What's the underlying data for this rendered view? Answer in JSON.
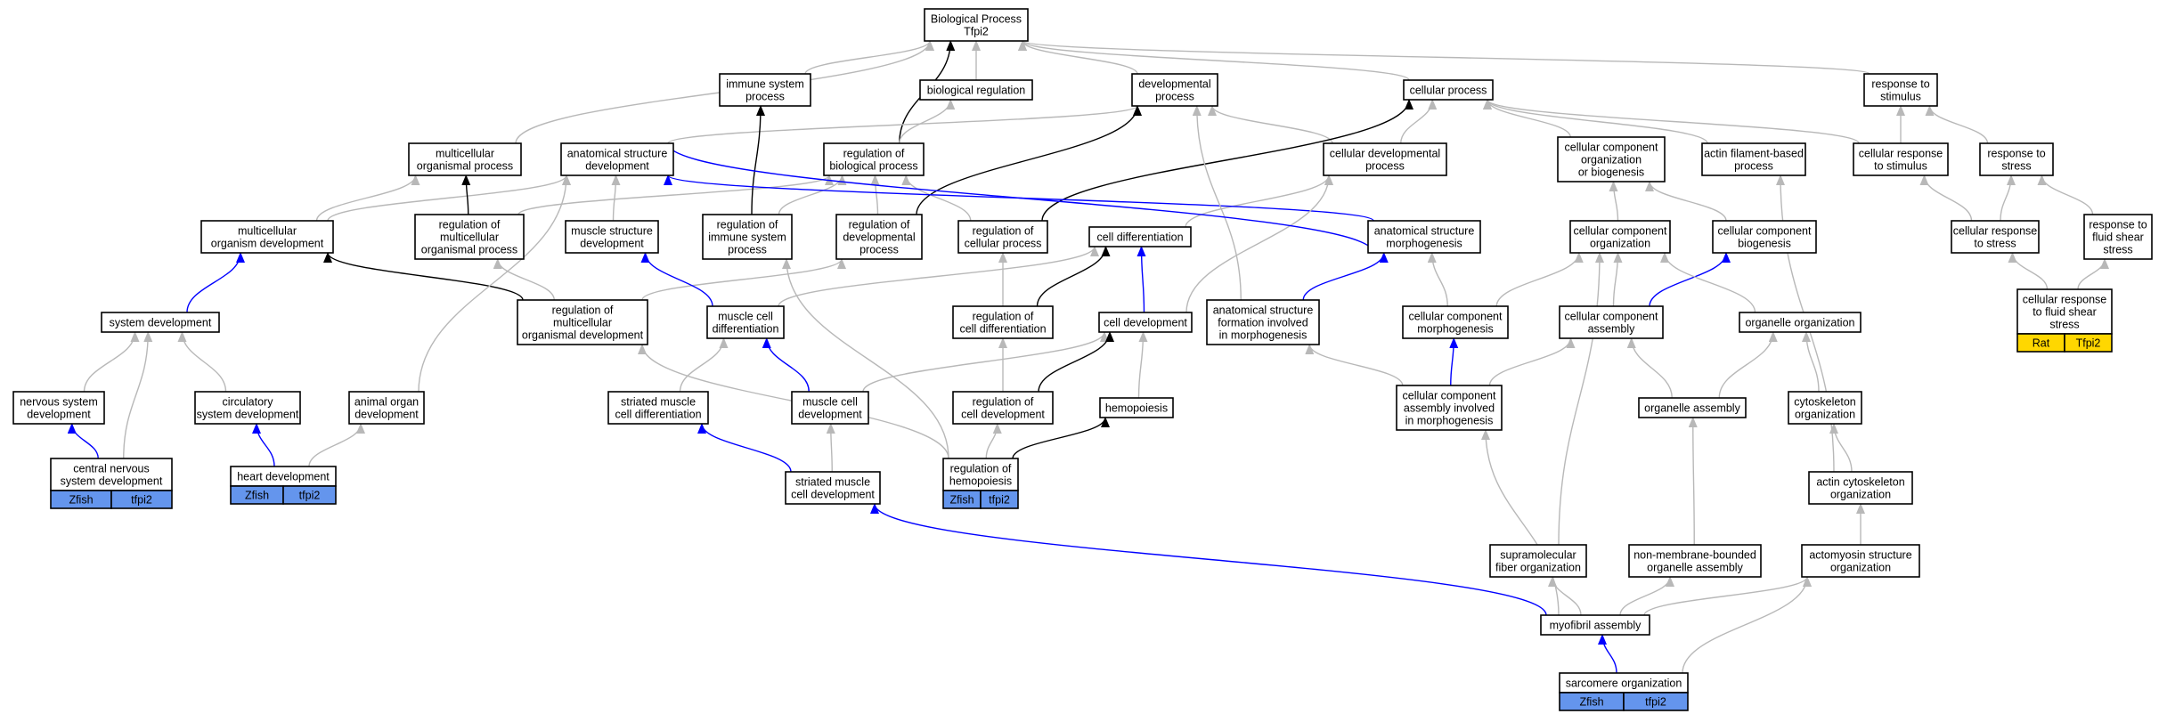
{
  "graph": {
    "title": "Biological Process Tfpi2",
    "colors": {
      "gray_edge": "#b8b8b8",
      "black_edge": "#000000",
      "blue_edge": "#0000ff",
      "zfish_tag": "#6495ed",
      "rat_tag": "#ffd700"
    },
    "nodes": [
      {
        "id": "bp",
        "lines": [
          "Biological Process",
          "Tfpi2"
        ]
      },
      {
        "id": "immune",
        "lines": [
          "immune system",
          "process"
        ]
      },
      {
        "id": "bioreg",
        "lines": [
          "biological regulation"
        ]
      },
      {
        "id": "devproc",
        "lines": [
          "developmental",
          "process"
        ]
      },
      {
        "id": "cellproc",
        "lines": [
          "cellular process"
        ]
      },
      {
        "id": "respstim",
        "lines": [
          "response to",
          "stimulus"
        ]
      },
      {
        "id": "multiproc",
        "lines": [
          "multicellular",
          "organismal process"
        ]
      },
      {
        "id": "anatdev",
        "lines": [
          "anatomical structure",
          "development"
        ]
      },
      {
        "id": "regbio",
        "lines": [
          "regulation of",
          "biological process"
        ]
      },
      {
        "id": "celldevproc",
        "lines": [
          "cellular developmental",
          "process"
        ]
      },
      {
        "id": "ccorgbio",
        "lines": [
          "cellular component",
          "organization",
          "or biogenesis"
        ]
      },
      {
        "id": "actinbased",
        "lines": [
          "actin filament-based",
          "process"
        ]
      },
      {
        "id": "cellrespstim",
        "lines": [
          "cellular response",
          "to stimulus"
        ]
      },
      {
        "id": "respstress",
        "lines": [
          "response to",
          "stress"
        ]
      },
      {
        "id": "multidev",
        "lines": [
          "multicellular",
          "organism development"
        ]
      },
      {
        "id": "regmultiproc",
        "lines": [
          "regulation of",
          "multicellular",
          "organismal process"
        ]
      },
      {
        "id": "musclestructdev",
        "lines": [
          "muscle structure",
          "development"
        ]
      },
      {
        "id": "regimmune",
        "lines": [
          "regulation of",
          "immune system",
          "process"
        ]
      },
      {
        "id": "regdevproc",
        "lines": [
          "regulation of",
          "developmental",
          "process"
        ]
      },
      {
        "id": "regcellproc",
        "lines": [
          "regulation of",
          "cellular process"
        ]
      },
      {
        "id": "celldiff",
        "lines": [
          "cell differentiation"
        ]
      },
      {
        "id": "anatmorph",
        "lines": [
          "anatomical structure",
          "morphogenesis"
        ]
      },
      {
        "id": "ccorg",
        "lines": [
          "cellular component",
          "organization"
        ]
      },
      {
        "id": "ccbio",
        "lines": [
          "cellular component",
          "biogenesis"
        ]
      },
      {
        "id": "cellrespstress",
        "lines": [
          "cellular response",
          "to stress"
        ]
      },
      {
        "id": "respfluid",
        "lines": [
          "response to",
          "fluid shear",
          "stress"
        ]
      },
      {
        "id": "sysdev",
        "lines": [
          "system development"
        ]
      },
      {
        "id": "regmultidev",
        "lines": [
          "regulation of",
          "multicellular",
          "organismal development"
        ]
      },
      {
        "id": "musclediff",
        "lines": [
          "muscle cell",
          "differentiation"
        ]
      },
      {
        "id": "regcelldiff",
        "lines": [
          "regulation of",
          "cell differentiation"
        ]
      },
      {
        "id": "celldev",
        "lines": [
          "cell development"
        ]
      },
      {
        "id": "anatform",
        "lines": [
          "anatomical structure",
          "formation involved",
          "in morphogenesis"
        ]
      },
      {
        "id": "ccmorph",
        "lines": [
          "cellular component",
          "morphogenesis"
        ]
      },
      {
        "id": "ccassembly",
        "lines": [
          "cellular component",
          "assembly"
        ]
      },
      {
        "id": "organelleorg",
        "lines": [
          "organelle organization"
        ]
      },
      {
        "id": "cellrespfluid",
        "lines": [
          "cellular response",
          "to fluid shear",
          "stress"
        ],
        "tags": [
          {
            "label": "Rat",
            "color": "#ffd700"
          },
          {
            "label": "Tfpi2",
            "color": "#ffd700"
          }
        ]
      },
      {
        "id": "nervdev",
        "lines": [
          "nervous system",
          "development"
        ]
      },
      {
        "id": "circdev",
        "lines": [
          "circulatory",
          "system development"
        ]
      },
      {
        "id": "organdev",
        "lines": [
          "animal organ",
          "development"
        ]
      },
      {
        "id": "striateddiff",
        "lines": [
          "striated muscle",
          "cell differentiation"
        ]
      },
      {
        "id": "muscledev",
        "lines": [
          "muscle cell",
          "development"
        ]
      },
      {
        "id": "regcelldev",
        "lines": [
          "regulation of",
          "cell development"
        ]
      },
      {
        "id": "hemopoiesis",
        "lines": [
          "hemopoiesis"
        ]
      },
      {
        "id": "ccassemblymorph",
        "lines": [
          "cellular component",
          "assembly involved",
          "in morphogenesis"
        ]
      },
      {
        "id": "organelleassembly",
        "lines": [
          "organelle assembly"
        ]
      },
      {
        "id": "cytoorg",
        "lines": [
          "cytoskeleton",
          "organization"
        ]
      },
      {
        "id": "cns",
        "lines": [
          "central nervous",
          "system development"
        ],
        "tags": [
          {
            "label": "Zfish",
            "color": "#6495ed"
          },
          {
            "label": "tfpi2",
            "color": "#6495ed"
          }
        ]
      },
      {
        "id": "heart",
        "lines": [
          "heart development"
        ],
        "tags": [
          {
            "label": "Zfish",
            "color": "#6495ed"
          },
          {
            "label": "tfpi2",
            "color": "#6495ed"
          }
        ]
      },
      {
        "id": "striateddev",
        "lines": [
          "striated muscle",
          "cell development"
        ]
      },
      {
        "id": "reghemo",
        "lines": [
          "regulation of",
          "hemopoiesis"
        ],
        "tags": [
          {
            "label": "Zfish",
            "color": "#6495ed"
          },
          {
            "label": "tfpi2",
            "color": "#6495ed"
          }
        ]
      },
      {
        "id": "actincyto",
        "lines": [
          "actin cytoskeleton",
          "organization"
        ]
      },
      {
        "id": "supramol",
        "lines": [
          "supramolecular",
          "fiber organization"
        ]
      },
      {
        "id": "nonmembrane",
        "lines": [
          "non-membrane-bounded",
          "organelle assembly"
        ]
      },
      {
        "id": "actomyosin",
        "lines": [
          "actomyosin structure",
          "organization"
        ]
      },
      {
        "id": "myofibril",
        "lines": [
          "myofibril assembly"
        ]
      },
      {
        "id": "sarcomere",
        "lines": [
          "sarcomere organization"
        ],
        "tags": [
          {
            "label": "Zfish",
            "color": "#6495ed"
          },
          {
            "label": "tfpi2",
            "color": "#6495ed"
          }
        ]
      }
    ],
    "edges": [
      {
        "from": "immune",
        "to": "bp",
        "color": "gray"
      },
      {
        "from": "bioreg",
        "to": "bp",
        "color": "gray"
      },
      {
        "from": "devproc",
        "to": "bp",
        "color": "gray"
      },
      {
        "from": "cellproc",
        "to": "bp",
        "color": "gray"
      },
      {
        "from": "respstim",
        "to": "bp",
        "color": "gray"
      },
      {
        "from": "multiproc",
        "to": "bp",
        "color": "gray"
      },
      {
        "from": "regbio",
        "to": "bp",
        "color": "black"
      },
      {
        "from": "regbio",
        "to": "bioreg",
        "color": "gray"
      },
      {
        "from": "anatdev",
        "to": "devproc",
        "color": "gray"
      },
      {
        "from": "celldevproc",
        "to": "devproc",
        "color": "gray"
      },
      {
        "from": "celldevproc",
        "to": "cellproc",
        "color": "gray"
      },
      {
        "from": "ccorgbio",
        "to": "cellproc",
        "color": "gray"
      },
      {
        "from": "actinbased",
        "to": "cellproc",
        "color": "gray"
      },
      {
        "from": "cellrespstim",
        "to": "cellproc",
        "color": "gray"
      },
      {
        "from": "cellrespstim",
        "to": "respstim",
        "color": "gray"
      },
      {
        "from": "respstress",
        "to": "respstim",
        "color": "gray"
      },
      {
        "from": "multidev",
        "to": "multiproc",
        "color": "gray"
      },
      {
        "from": "multidev",
        "to": "anatdev",
        "color": "gray"
      },
      {
        "from": "sysdev",
        "to": "multidev",
        "color": "blue"
      },
      {
        "from": "regmultiproc",
        "to": "multiproc",
        "color": "black"
      },
      {
        "from": "regmultiproc",
        "to": "regbio",
        "color": "gray"
      },
      {
        "from": "musclestructdev",
        "to": "anatdev",
        "color": "gray"
      },
      {
        "from": "regimmune",
        "to": "immune",
        "color": "black"
      },
      {
        "from": "regimmune",
        "to": "regbio",
        "color": "gray"
      },
      {
        "from": "regdevproc",
        "to": "devproc",
        "color": "black"
      },
      {
        "from": "regdevproc",
        "to": "regbio",
        "color": "gray"
      },
      {
        "from": "regcellproc",
        "to": "cellproc",
        "color": "black"
      },
      {
        "from": "regcellproc",
        "to": "regbio",
        "color": "gray"
      },
      {
        "from": "celldiff",
        "to": "celldevproc",
        "color": "gray"
      },
      {
        "from": "anatmorph",
        "to": "anatdev",
        "color": "blue"
      },
      {
        "from": "ccorg",
        "to": "ccorgbio",
        "color": "gray"
      },
      {
        "from": "ccbio",
        "to": "ccorgbio",
        "color": "gray"
      },
      {
        "from": "cellrespstress",
        "to": "cellrespstim",
        "color": "gray"
      },
      {
        "from": "cellrespstress",
        "to": "respstress",
        "color": "gray"
      },
      {
        "from": "respfluid",
        "to": "respstress",
        "color": "gray"
      },
      {
        "from": "cellrespfluid",
        "to": "cellrespstress",
        "color": "gray"
      },
      {
        "from": "cellrespfluid",
        "to": "respfluid",
        "color": "gray"
      },
      {
        "from": "regmultidev",
        "to": "multidev",
        "color": "black"
      },
      {
        "from": "regmultidev",
        "to": "regmultiproc",
        "color": "gray"
      },
      {
        "from": "regmultidev",
        "to": "regdevproc",
        "color": "gray"
      },
      {
        "from": "musclediff",
        "to": "musclestructdev",
        "color": "blue"
      },
      {
        "from": "musclediff",
        "to": "celldiff",
        "color": "gray"
      },
      {
        "from": "regcelldiff",
        "to": "celldiff",
        "color": "black"
      },
      {
        "from": "regcelldiff",
        "to": "regcellproc",
        "color": "gray"
      },
      {
        "from": "celldev",
        "to": "celldiff",
        "color": "blue"
      },
      {
        "from": "celldev",
        "to": "celldevproc",
        "color": "gray"
      },
      {
        "from": "anatform",
        "to": "anatmorph",
        "color": "blue"
      },
      {
        "from": "anatform",
        "to": "devproc",
        "color": "gray"
      },
      {
        "from": "ccmorph",
        "to": "anatmorph",
        "color": "gray"
      },
      {
        "from": "ccmorph",
        "to": "ccorg",
        "color": "gray"
      },
      {
        "from": "ccassembly",
        "to": "ccbio",
        "color": "blue"
      },
      {
        "from": "ccassembly",
        "to": "ccorg",
        "color": "gray"
      },
      {
        "from": "organelleorg",
        "to": "ccorg",
        "color": "gray"
      },
      {
        "from": "nervdev",
        "to": "sysdev",
        "color": "gray"
      },
      {
        "from": "circdev",
        "to": "sysdev",
        "color": "gray"
      },
      {
        "from": "organdev",
        "to": "anatdev",
        "color": "gray"
      },
      {
        "from": "striateddiff",
        "to": "musclediff",
        "color": "gray"
      },
      {
        "from": "muscledev",
        "to": "musclediff",
        "color": "blue"
      },
      {
        "from": "muscledev",
        "to": "celldev",
        "color": "gray"
      },
      {
        "from": "regcelldev",
        "to": "celldev",
        "color": "black"
      },
      {
        "from": "regcelldev",
        "to": "regcelldiff",
        "color": "gray"
      },
      {
        "from": "hemopoiesis",
        "to": "celldev",
        "color": "gray"
      },
      {
        "from": "ccassemblymorph",
        "to": "ccmorph",
        "color": "blue"
      },
      {
        "from": "ccassemblymorph",
        "to": "anatform",
        "color": "gray"
      },
      {
        "from": "ccassemblymorph",
        "to": "ccassembly",
        "color": "gray"
      },
      {
        "from": "organelleassembly",
        "to": "ccassembly",
        "color": "gray"
      },
      {
        "from": "organelleassembly",
        "to": "organelleorg",
        "color": "gray"
      },
      {
        "from": "cytoorg",
        "to": "organelleorg",
        "color": "gray"
      },
      {
        "from": "cns",
        "to": "nervdev",
        "color": "blue"
      },
      {
        "from": "cns",
        "to": "sysdev",
        "color": "gray"
      },
      {
        "from": "heart",
        "to": "circdev",
        "color": "blue"
      },
      {
        "from": "heart",
        "to": "organdev",
        "color": "gray"
      },
      {
        "from": "striateddev",
        "to": "striateddiff",
        "color": "blue"
      },
      {
        "from": "striateddev",
        "to": "muscledev",
        "color": "gray"
      },
      {
        "from": "reghemo",
        "to": "hemopoiesis",
        "color": "black"
      },
      {
        "from": "reghemo",
        "to": "regcelldev",
        "color": "gray"
      },
      {
        "from": "reghemo",
        "to": "regimmune",
        "color": "gray"
      },
      {
        "from": "reghemo",
        "to": "regmultidev",
        "color": "gray"
      },
      {
        "from": "actincyto",
        "to": "cytoorg",
        "color": "gray"
      },
      {
        "from": "actincyto",
        "to": "actinbased",
        "color": "gray"
      },
      {
        "from": "supramol",
        "to": "ccorg",
        "color": "gray"
      },
      {
        "from": "nonmembrane",
        "to": "organelleassembly",
        "color": "gray"
      },
      {
        "from": "actomyosin",
        "to": "actincyto",
        "color": "gray"
      },
      {
        "from": "myofibril",
        "to": "striateddev",
        "color": "blue"
      },
      {
        "from": "myofibril",
        "to": "supramol",
        "color": "gray"
      },
      {
        "from": "myofibril",
        "to": "nonmembrane",
        "color": "gray"
      },
      {
        "from": "myofibril",
        "to": "actomyosin",
        "color": "gray"
      },
      {
        "from": "myofibril",
        "to": "ccassemblymorph",
        "color": "gray"
      },
      {
        "from": "sarcomere",
        "to": "myofibril",
        "color": "blue"
      },
      {
        "from": "sarcomere",
        "to": "actomyosin",
        "color": "gray"
      },
      {
        "from": "anatdev",
        "to": "anatmorph",
        "color": "blue"
      }
    ]
  }
}
